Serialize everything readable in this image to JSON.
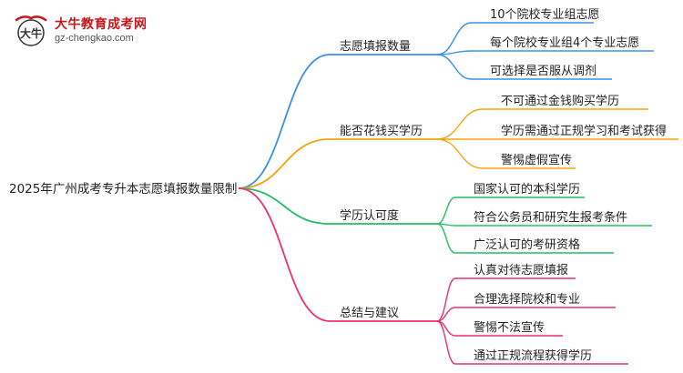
{
  "logo": {
    "brand_name": "大牛教育成考网",
    "url": "gz-chengkao.com",
    "glyph": "大牛"
  },
  "root": {
    "label": "2025年广州成考专升本志愿填报数量限制"
  },
  "branches": [
    {
      "label": "志愿填报数量",
      "color": "#3b8fe6",
      "children": [
        "10个院校专业组志愿",
        "每个院校专业组4个专业志愿",
        "可选择是否服从调剂"
      ]
    },
    {
      "label": "能否花钱买学历",
      "color": "#f2a50c",
      "children": [
        "不可通过金钱购买学历",
        "学历需通过正规学习和考试获得",
        "警惕虚假宣传"
      ]
    },
    {
      "label": "学历认可度",
      "color": "#27bd65",
      "children": [
        "国家认可的本科学历",
        "符合公务员和研究生报考条件",
        "广泛认可的考研资格"
      ]
    },
    {
      "label": "总结与建议",
      "color": "#ec2f6f",
      "children": [
        "认真对待志愿填报",
        "合理选择院校和专业",
        "警惕不法宣传",
        "通过正规流程获得学历"
      ]
    }
  ]
}
